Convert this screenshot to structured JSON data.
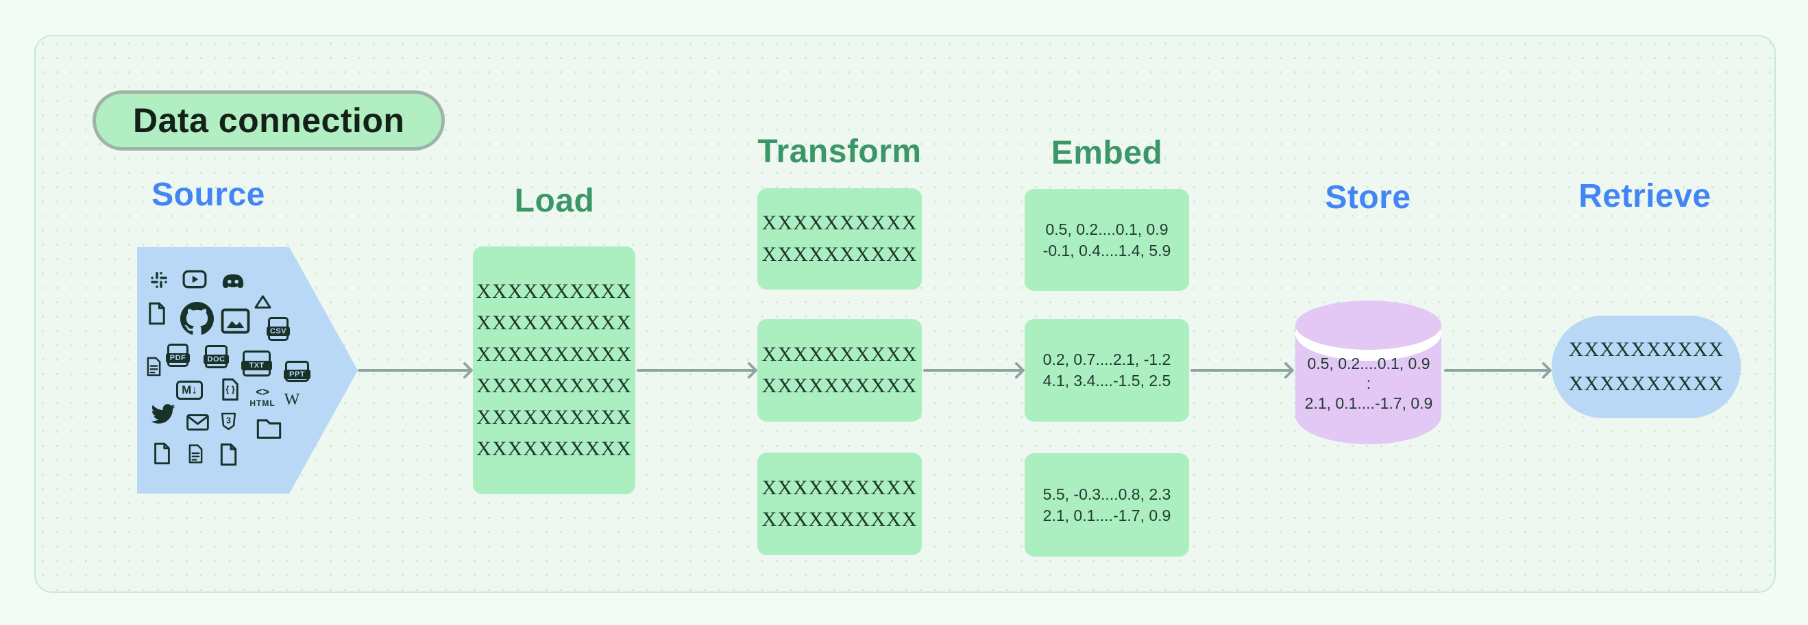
{
  "title": "Data connection",
  "stages": {
    "source": {
      "heading": "Source",
      "icons": [
        {
          "name": "slack-icon"
        },
        {
          "name": "youtube-icon"
        },
        {
          "name": "discord-icon"
        },
        {
          "name": "file-icon"
        },
        {
          "name": "github-icon"
        },
        {
          "name": "image-icon"
        },
        {
          "name": "drive-icon"
        },
        {
          "name": "csv-file-icon",
          "label": "CSV"
        },
        {
          "name": "document-icon"
        },
        {
          "name": "pdf-file-icon",
          "label": "PDF"
        },
        {
          "name": "doc-file-icon",
          "label": "DOC"
        },
        {
          "name": "txt-file-icon",
          "label": "TXT"
        },
        {
          "name": "ppt-file-icon",
          "label": "PPT"
        },
        {
          "name": "markdown-icon",
          "label": "M↓"
        },
        {
          "name": "code-file-icon",
          "label": "{ }"
        },
        {
          "name": "html-icon",
          "glyph": "<>",
          "label": "HTML"
        },
        {
          "name": "wikipedia-icon",
          "label": "W"
        },
        {
          "name": "twitter-icon"
        },
        {
          "name": "email-icon"
        },
        {
          "name": "css3-icon",
          "label": "3"
        },
        {
          "name": "folder-icon"
        },
        {
          "name": "file-icon"
        },
        {
          "name": "document-icon"
        },
        {
          "name": "file-icon"
        }
      ]
    },
    "load": {
      "heading": "Load",
      "lines": [
        "XXXXXXXXXX",
        "XXXXXXXXXX",
        "XXXXXXXXXX",
        "XXXXXXXXXX",
        "XXXXXXXXXX",
        "XXXXXXXXXX"
      ]
    },
    "transform": {
      "heading": "Transform",
      "boxes": [
        [
          "XXXXXXXXXX",
          "XXXXXXXXXX"
        ],
        [
          "XXXXXXXXXX",
          "XXXXXXXXXX"
        ],
        [
          "XXXXXXXXXX",
          "XXXXXXXXXX"
        ]
      ]
    },
    "embed": {
      "heading": "Embed",
      "boxes": [
        [
          "0.5, 0.2....0.1, 0.9",
          "-0.1, 0.4....1.4, 5.9"
        ],
        [
          "0.2, 0.7....2.1, -1.2",
          "4.1, 3.4....-1.5, 2.5"
        ],
        [
          "5.5, -0.3....0.8, 2.3",
          "2.1, 0.1....-1.7, 0.9"
        ]
      ]
    },
    "store": {
      "heading": "Store",
      "lines": [
        "0.5, 0.2....0.1, 0.9",
        ":",
        "2.1, 0.1....-1.7, 0.9"
      ]
    },
    "retrieve": {
      "heading": "Retrieve",
      "lines": [
        "XXXXXXXXXX",
        "XXXXXXXXXX"
      ]
    }
  },
  "colors": {
    "heading_green": "#3b9768",
    "heading_blue": "#4285f4",
    "box_green": "#abeec0",
    "shape_blue": "#b8d8f5",
    "cylinder_lavender": "#e3c8f6",
    "arrow_gray": "#8fa3a0",
    "title_pill_fill": "#b1efc3",
    "title_pill_border": "#9fb3a9",
    "icon_dark": "#18322a",
    "card_background": "#eef8f0"
  }
}
